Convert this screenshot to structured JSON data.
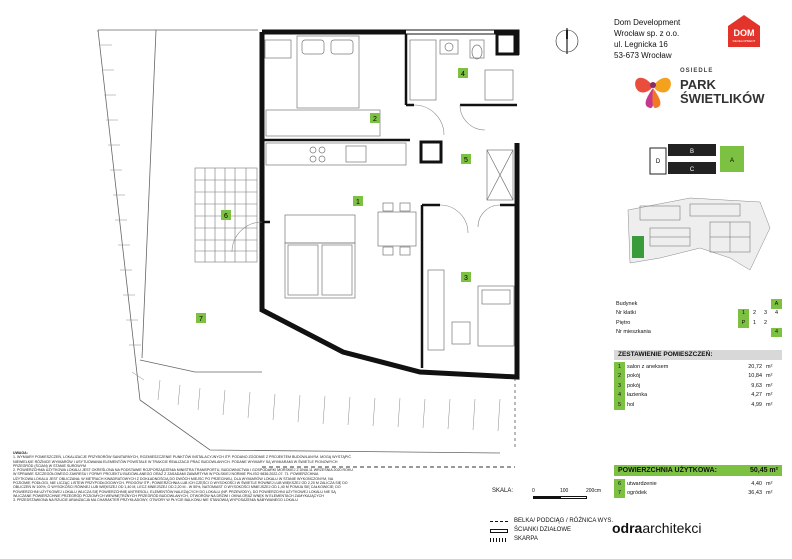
{
  "company": {
    "line1": "Dom Development",
    "line2": "Wrocław sp. z o.o.",
    "line3": "ul. Legnicka 16",
    "line4": "53-673 Wrocław"
  },
  "brand": {
    "dom_logo_text": "DOM",
    "dom_logo_sub": "DEVELOPMENT",
    "osiedle_small": "OSIEDLE",
    "osiedle_line1": "PARK",
    "osiedle_line2": "ŚWIETLIKÓW",
    "accent": "#e2342b",
    "green": "#7cc142"
  },
  "building_keys": {
    "block_b": "B",
    "block_c": "C",
    "block_d": "D",
    "block_a": "A"
  },
  "details": [
    {
      "label": "Budynek",
      "values": [
        "A"
      ],
      "highlight": [
        0
      ]
    },
    {
      "label": "Nr klatki",
      "values": [
        "1",
        "2",
        "3",
        "4"
      ],
      "highlight": [
        0
      ]
    },
    {
      "label": "Piętro",
      "values": [
        "P",
        "1",
        "2"
      ],
      "highlight": [
        0
      ]
    },
    {
      "label": "Nr mieszkania",
      "values": [
        "4"
      ],
      "highlight": [
        0
      ]
    }
  ],
  "summary_title": "ZESTAWIENIE POMIESZCZEŃ:",
  "rooms": [
    {
      "no": "1",
      "name": "salon z aneksem",
      "area": "20,72",
      "unit": "m²"
    },
    {
      "no": "2",
      "name": "pokój",
      "area": "10,84",
      "unit": "m²"
    },
    {
      "no": "3",
      "name": "pokój",
      "area": "9,63",
      "unit": "m²"
    },
    {
      "no": "4",
      "name": "łazienka",
      "area": "4,27",
      "unit": "m²"
    },
    {
      "no": "5",
      "name": "hol",
      "area": "4,99",
      "unit": "m²"
    }
  ],
  "total": {
    "label": "POWIERZCHNIA UŻYTKOWA:",
    "value": "50,45 m²"
  },
  "extra_rooms": [
    {
      "no": "6",
      "name": "utwardzenie",
      "area": "4,40",
      "unit": "m²"
    },
    {
      "no": "7",
      "name": "ogródek",
      "area": "36,43",
      "unit": "m²"
    }
  ],
  "plan_labels": [
    "1",
    "2",
    "3",
    "4",
    "5",
    "6",
    "7"
  ],
  "notes": [
    "UWAGA:",
    "1. WYMIARY POMIESZCZEŃ, LOKALIZACJE PRZYBORÓW SANITARNYCH, ROZMIESZCZENIE PUNKTÓW INSTALACYJNYCH ITP. PODANO ZGODNIE Z PROJEKTEM BUDOWLANYM. MOGĄ WYSTĄPIĆ",
    "NIEWIELKIE RÓŻNICE WYMIARÓW I USYTUOWANIA ELEMENTÓW POWSTAŁE W TRAKCIE REALIZACJI PRAC BUDOWLANYCH. PODANE WYMIARY SĄ WYMIARAMI W ŚWIETLE PIONOWYCH",
    "PRZEGRÓD (ŚCIAN) W STANIE SUROWYM",
    "2. POWIERZCHNIA UŻYTKOWA LOKALU JEST OKREŚLONA NA PODSTAWIE ROZPORZĄDZENIA MINISTRA TRANSPORTU, BUDOWNICTWA I GOSPODARKI MORSKIEJ Z DNIA 11 WRZEŚNIA 2020 ROKU",
    "W SPRAWIE SZCZEGÓŁOWEGO ZAKRESU I FORMY PROJEKTU BUDOWLANEGO ORAZ Z ZASADAMI ZAWARTYMI W POLSKIEJ NORMIE PN-ISO 9836:2022-07. 71. POWIERZCHNIA",
    "UŻYTKOWA LOKALU JEST OBLICZANA: W METRACH KWADRATOWYCH Z DOKŁADNOŚCIĄ DO DWÓCH MIEJSC PO PRZECINKU, DLA WYMIARÓW LOKALU W STANIE WYKOŃCZONYM, NA",
    "POZIOMIE PODŁOGI, NIE LICZĄC LISTEW PRZYPODŁOGOWYCH, PROGÓW ITP.; POWIERZCHNIA LUB ICH CZĘŚCI O WYSOKOŚCI W ŚWIETLE ROWNEJ LUB WIĘKSZEJ OD 2,20 M ZALICZA SIĘ DO",
    "OBLICZEŃ W 100%, O WYSOKOŚCI RÓWNEJ LUB WIĘKSZEJ OD 1,40 M, LECZ MNIEJSZEJ OD 2,20 M - W 50%, NATOMIAST O WYSOKOŚCI MNIEJSZEJ OD 1,40 M POMIJA SIĘ CAŁKOWICIE; DO",
    "POWIERZCHNI UŻYTKOWEJ LOKALU WLICZA SIĘ POWIERZCHNIĘ ANTRESOLI, ELEMENTÓW NALEŻĄCYCH DO LOKALU (NP. PRZEWODY), DO POWIERZCHNI UŻYTKOWEJ LOKALU NIE SĄ",
    "WLICZANE POWIERZCHNIE PRZEGRÓD POZIOMYCH WEWNĘTRZNYCH PRZEGRÓD BUDOWLANYCH, OTWORÓW NA DRZWI I OKNA ORAZ WNĘK W ELEMENTACH ZAMYKAJĄCYCH",
    "3. PRZEDSTAWIONA NA RZUCIE ARANŻACJA MA CHARAKTER PRZYKŁADOWY, OTWORY W PŁYCIE BALKONU NIE STANOWIĄ WYPOSAŻENIA NABYWANEGO LOKALU"
  ],
  "scale": {
    "label": "SKALA:",
    "t0": "0",
    "t1": "100",
    "t2": "200cm"
  },
  "legend": {
    "beam": "BELKA/ PODCIĄG / RÓŻNICA WYS.",
    "walls": "ŚCIANKI DZIAŁOWE",
    "slope": "SKARPA"
  },
  "architect": {
    "part1": "odra",
    "part2": "architekci"
  }
}
